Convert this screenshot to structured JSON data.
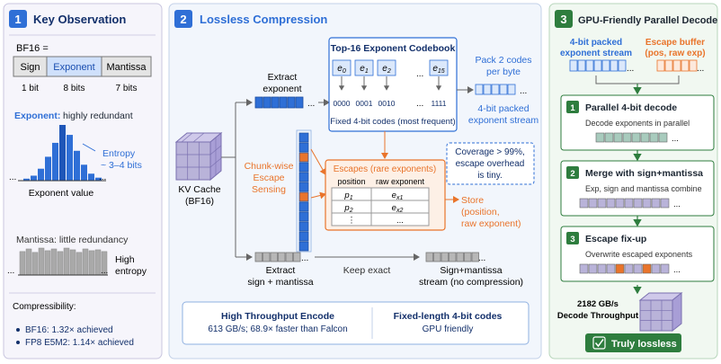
{
  "panel1": {
    "num": "1",
    "title": "Key Observation",
    "bf16_label": "BF16 =",
    "fields": [
      {
        "name": "Sign",
        "bits": "1 bit"
      },
      {
        "name": "Exponent",
        "bits": "8 bits"
      },
      {
        "name": "Mantissa",
        "bits": "7 bits"
      }
    ],
    "exponent_bold": "Exponent:",
    "exponent_rest": "highly redundant",
    "entropy_line1": "Entropy",
    "entropy_line2": "~ 3–4 bits",
    "ellipsis": "...",
    "exponent_value": "Exponent value",
    "mantissa_note": "Mantissa: little redundancy",
    "high_entropy_1": "High",
    "high_entropy_2": "entropy",
    "compressibility": "Compressibility:",
    "bullets": [
      "BF16: 1.32× achieved",
      "FP8 E5M2: 1.14× achieved"
    ],
    "exp_hist": [
      2,
      5,
      12,
      24,
      38,
      56,
      46,
      30,
      16,
      7,
      3
    ],
    "mant_hist": [
      27,
      30,
      26,
      31,
      28,
      30,
      27,
      31,
      29,
      26,
      30,
      28,
      29,
      27
    ]
  },
  "panel2": {
    "num": "2",
    "title": "Lossless Compression",
    "kv_cache_1": "KV Cache",
    "kv_cache_2": "(BF16)",
    "extract_exp_1": "Extract",
    "extract_exp_2": "exponent",
    "codebook_title": "Top-16 Exponent Codebook",
    "codebook_entries": [
      {
        "sym": "e",
        "sub": "0",
        "code": "0000"
      },
      {
        "sym": "e",
        "sub": "1",
        "code": "0001"
      },
      {
        "sym": "e",
        "sub": "2",
        "code": "0010"
      },
      {
        "sym": "e",
        "sub": "15",
        "code": "1111"
      }
    ],
    "codebook_dots": "...",
    "codebook_footer": "Fixed 4-bit codes (most frequent)",
    "pack_1": "Pack 2 codes",
    "pack_2": "per byte",
    "packed_1": "4-bit packed",
    "packed_2": "exponent stream",
    "chunk_1": "Chunk-wise",
    "chunk_2": "Escape",
    "chunk_3": "Sensing",
    "coverage_1": "Coverage > 99%,",
    "coverage_2": "escape overhead",
    "coverage_3": "is tiny.",
    "escapes_title": "Escapes (rare exponents)",
    "col_position": "position",
    "col_raw": "raw exponent",
    "escape_rows": [
      {
        "p": "p",
        "psub": "1",
        "e": "e",
        "esub": "x1"
      },
      {
        "p": "p",
        "psub": "2",
        "e": "e",
        "esub": "x2"
      },
      {
        "p": "⋮",
        "psub": "",
        "e": "...",
        "esub": ""
      }
    ],
    "store_1": "Store",
    "store_2": "(position,",
    "store_3": "raw exponent)",
    "extract_sm_1": "Extract",
    "extract_sm_2": "sign + mantissa",
    "keep_exact": "Keep exact",
    "sm_stream_1": "Sign+mantissa",
    "sm_stream_2": "stream (no compression)",
    "throughput_title": "High Throughput Encode",
    "throughput_sub": "613 GB/s; 68.9× faster than Falcon",
    "fixed_title": "Fixed-length 4-bit codes",
    "fixed_sub": "GPU friendly"
  },
  "panel3": {
    "num": "3",
    "title": "GPU-Friendly Parallel Decode",
    "stream_label_1": "4-bit packed",
    "stream_label_2": "exponent stream",
    "escape_label_1": "Escape buffer",
    "escape_label_2": "(pos, raw exp)",
    "steps": [
      {
        "num": "1",
        "title": "Parallel 4-bit decode",
        "desc": "Decode exponents in parallel"
      },
      {
        "num": "2",
        "title": "Merge with sign+mantissa",
        "desc": "Exp, sign and mantissa combine"
      },
      {
        "num": "3",
        "title": "Escape fix-up",
        "desc": "Overwrite escaped exponents"
      }
    ],
    "decode_1": "2182 GB/s",
    "decode_2": "Decode Throughput",
    "lossless": "Truly lossless"
  },
  "colors": {
    "blue": "#2f6fd6",
    "orange": "#e9742b",
    "green": "#2e7d3e",
    "navy": "#13306b",
    "teal_cell": "#a8cbbd",
    "purple_cell": "#b9b3d9"
  }
}
